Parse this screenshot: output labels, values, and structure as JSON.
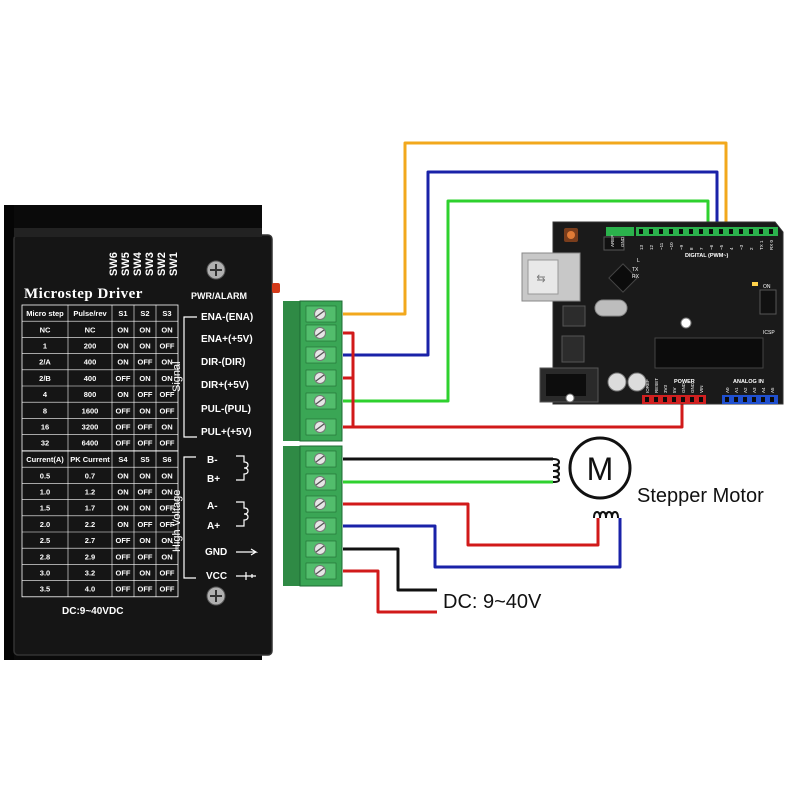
{
  "driver": {
    "title": "Microstep Driver",
    "switch_header": [
      "SW6",
      "SW5",
      "SW4",
      "SW3",
      "SW2",
      "SW1"
    ],
    "pwr_alarm": "PWR/ALARM",
    "signal_group": "Signal",
    "high_voltage_group": "High Voltage",
    "signal_terminals": [
      "ENA-(ENA)",
      "ENA+(+5V)",
      "DIR-(DIR)",
      "DIR+(+5V)",
      "PUL-(PUL)",
      "PUL+(+5V)"
    ],
    "power_terminals": [
      "B-",
      "B+",
      "A-",
      "A+",
      "GND",
      "VCC"
    ],
    "voltage_label": "DC:9~40VDC",
    "micro_table": {
      "headers": [
        "Micro step",
        "Pulse/rev",
        "S1",
        "S2",
        "S3"
      ],
      "rows": [
        [
          "NC",
          "NC",
          "ON",
          "ON",
          "ON"
        ],
        [
          "1",
          "200",
          "ON",
          "ON",
          "OFF"
        ],
        [
          "2/A",
          "400",
          "ON",
          "OFF",
          "ON"
        ],
        [
          "2/B",
          "400",
          "OFF",
          "ON",
          "ON"
        ],
        [
          "4",
          "800",
          "ON",
          "OFF",
          "OFF"
        ],
        [
          "8",
          "1600",
          "OFF",
          "ON",
          "OFF"
        ],
        [
          "16",
          "3200",
          "OFF",
          "OFF",
          "ON"
        ],
        [
          "32",
          "6400",
          "OFF",
          "OFF",
          "OFF"
        ]
      ]
    },
    "current_table": {
      "headers": [
        "Current(A)",
        "PK Current",
        "S4",
        "S5",
        "S6"
      ],
      "rows": [
        [
          "0.5",
          "0.7",
          "ON",
          "ON",
          "ON"
        ],
        [
          "1.0",
          "1.2",
          "ON",
          "OFF",
          "ON"
        ],
        [
          "1.5",
          "1.7",
          "ON",
          "ON",
          "OFF"
        ],
        [
          "2.0",
          "2.2",
          "ON",
          "OFF",
          "OFF"
        ],
        [
          "2.5",
          "2.7",
          "OFF",
          "ON",
          "ON"
        ],
        [
          "2.8",
          "2.9",
          "OFF",
          "OFF",
          "ON"
        ],
        [
          "3.0",
          "3.2",
          "OFF",
          "ON",
          "OFF"
        ],
        [
          "3.5",
          "4.0",
          "OFF",
          "OFF",
          "OFF"
        ]
      ]
    }
  },
  "arduino": {
    "digital_label": "DIGITAL (PWM~)",
    "aref_label": "AREF",
    "gnd_label": "GND",
    "tx_label": "TX",
    "rx_label": "RX",
    "l_label": "L",
    "on_label": "ON",
    "icsp_label": "ICSP",
    "power_label": "POWER",
    "analog_label": "ANALOG IN",
    "digital_pins": [
      "13",
      "12",
      "~11",
      "~10",
      "~9",
      "8",
      "7",
      "~6",
      "~5",
      "4",
      "~3",
      "2",
      "TX 1",
      "RX 0"
    ],
    "power_pins": [
      "IOREF",
      "RESET",
      "3V3",
      "5V",
      "GND",
      "GND",
      "VIN"
    ],
    "analog_pins": [
      "A0",
      "A1",
      "A2",
      "A3",
      "A4",
      "A5"
    ]
  },
  "motor": {
    "symbol": "M",
    "label": "Stepper Motor"
  },
  "supply": {
    "label": "DC: 9~40V"
  },
  "colors": {
    "wire_orange": "#f2a81d",
    "wire_blue": "#1a22a8",
    "wire_green": "#2ed12e",
    "wire_red": "#d11a1a",
    "wire_black": "#111111",
    "terminal_green": "#3aa655",
    "driver_body": "#151515",
    "arduino_board": "#1a1a1a"
  }
}
